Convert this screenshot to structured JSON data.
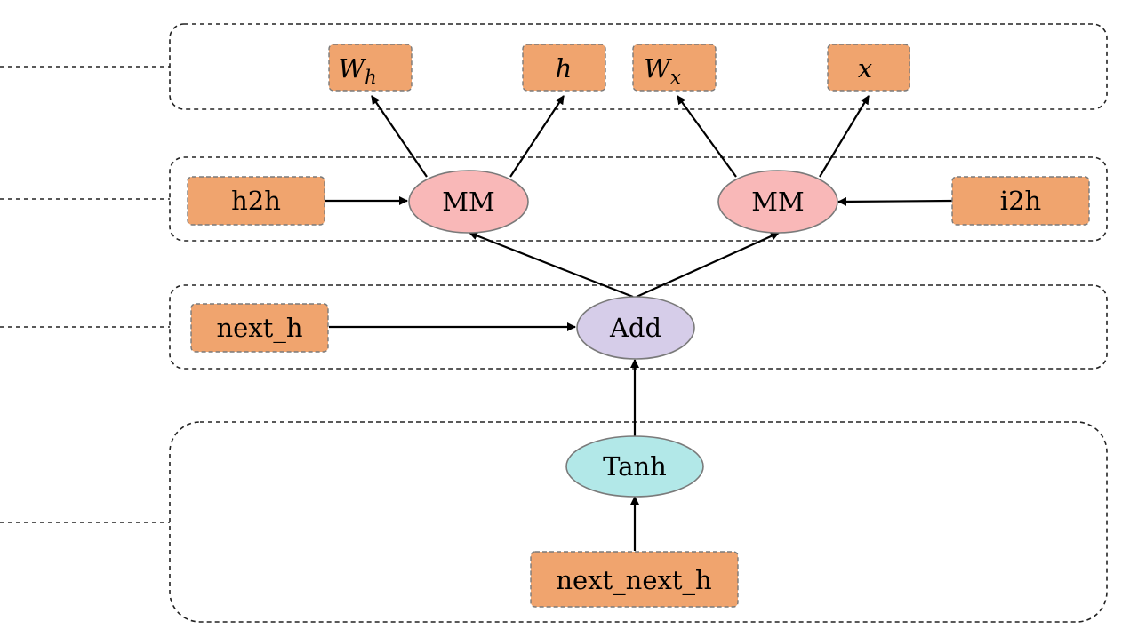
{
  "colors": {
    "tensor_fill": "#f0a46e",
    "mm_fill": "#f9b8b8",
    "add_fill": "#d6cde9",
    "tanh_fill": "#b2e8e8",
    "edge": "#000000",
    "group_border": "#222222"
  },
  "nodes": {
    "wh": {
      "base": "W",
      "sub": "h"
    },
    "h": {
      "label": "h"
    },
    "wx": {
      "base": "W",
      "sub": "x"
    },
    "x": {
      "label": "x"
    },
    "h2h": {
      "label": "h2h"
    },
    "mm_left": {
      "label": "MM"
    },
    "mm_right": {
      "label": "MM"
    },
    "i2h": {
      "label": "i2h"
    },
    "next_h": {
      "label": "next_h"
    },
    "add": {
      "label": "Add"
    },
    "tanh": {
      "label": "Tanh"
    },
    "next_next_h": {
      "label": "next_next_h"
    }
  },
  "edges": [
    {
      "from": "mm_left",
      "to": "wh"
    },
    {
      "from": "mm_left",
      "to": "h"
    },
    {
      "from": "mm_right",
      "to": "wx"
    },
    {
      "from": "mm_right",
      "to": "x"
    },
    {
      "from": "h2h",
      "to": "mm_left"
    },
    {
      "from": "i2h",
      "to": "mm_right"
    },
    {
      "from": "add",
      "to": "mm_left"
    },
    {
      "from": "add",
      "to": "mm_right"
    },
    {
      "from": "next_h",
      "to": "add"
    },
    {
      "from": "tanh",
      "to": "add"
    },
    {
      "from": "next_next_h",
      "to": "tanh"
    }
  ]
}
